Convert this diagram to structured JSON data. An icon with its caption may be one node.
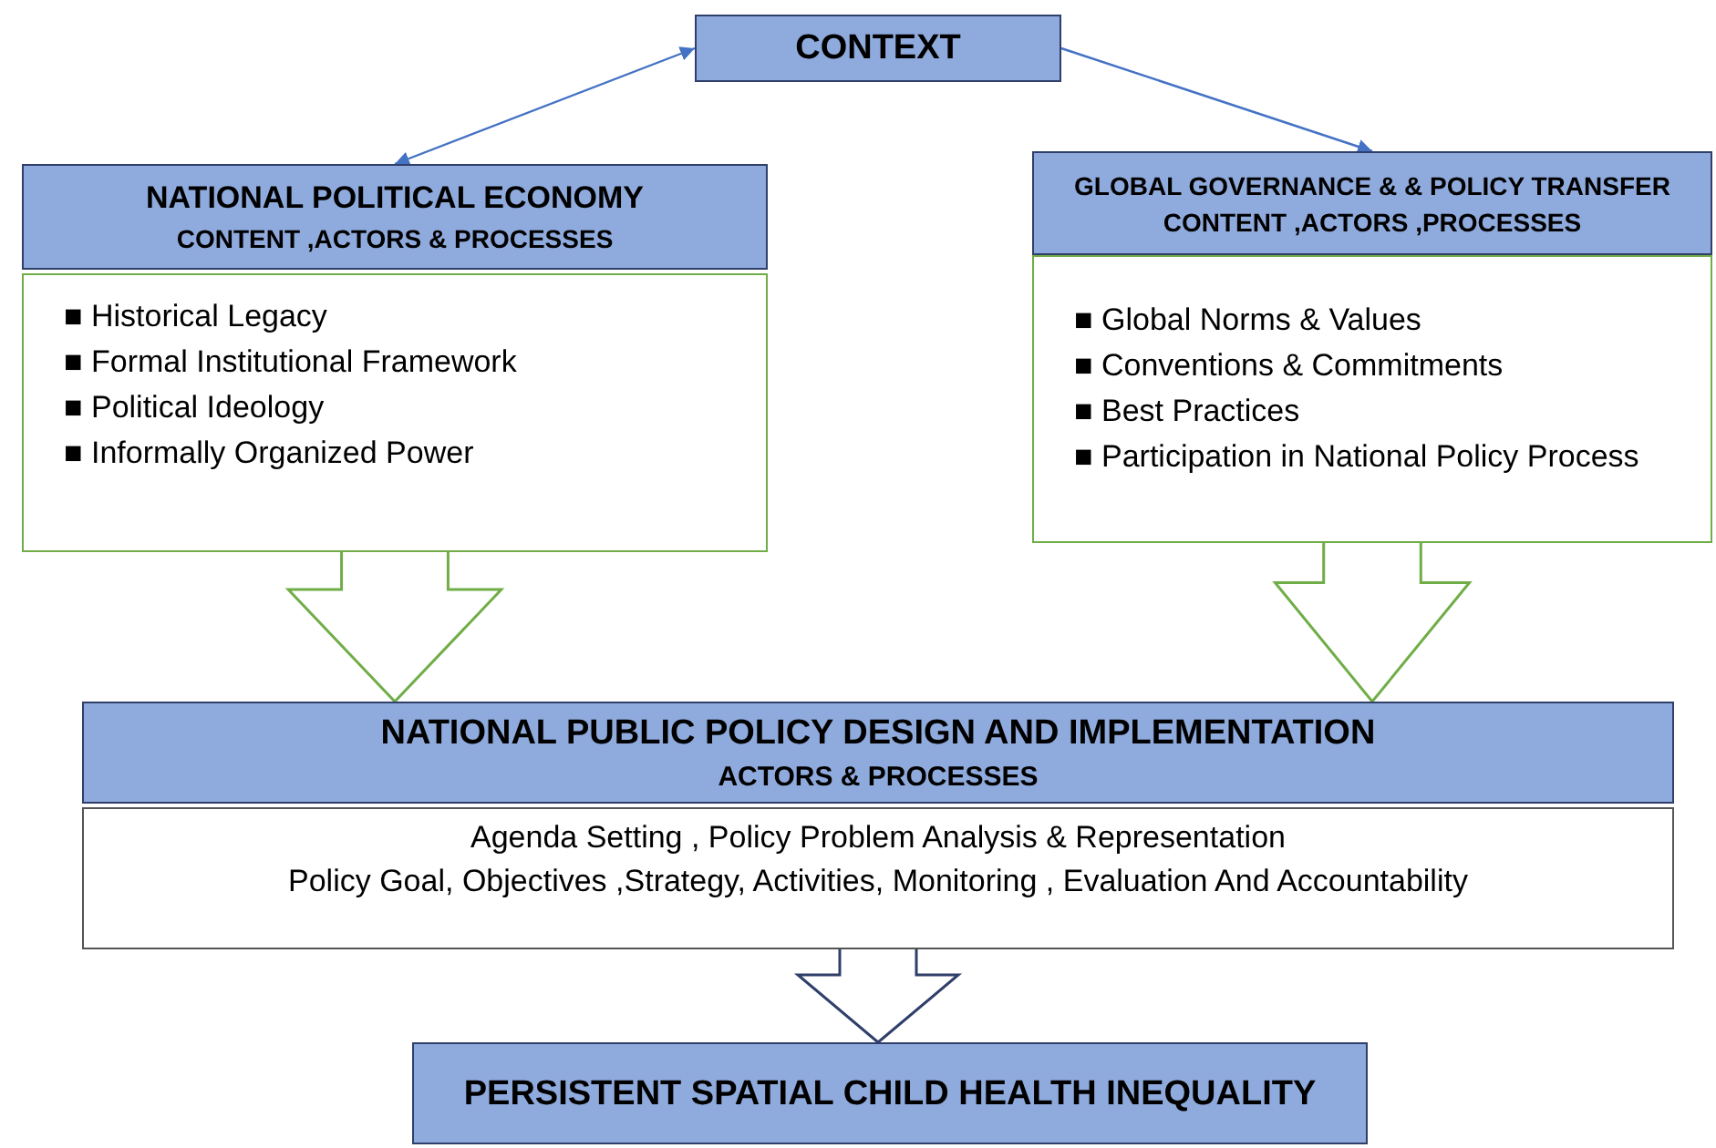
{
  "diagram": {
    "nodes": [
      {
        "text": [
          "CONTEXT"
        ]
      },
      {
        "text": [
          "NATIONAL POLITICAL ECONOMY",
          "CONTENT ,ACTORS & PROCESSES"
        ]
      },
      {
        "text": [
          "■ Historical Legacy",
          "■ Formal Institutional Framework",
          "■ Political Ideology",
          "■ Informally Organized Power"
        ]
      },
      {
        "text": [
          "GLOBAL GOVERNANCE & & POLICY TRANSFER",
          "CONTENT ,ACTORS ,PROCESSES"
        ]
      },
      {
        "text": [
          "■ Global Norms & Values",
          "■ Conventions & Commitments",
          "■ Best Practices",
          "■ Participation in National Policy Process"
        ]
      },
      {
        "text": [
          "NATIONAL PUBLIC POLICY DESIGN AND IMPLEMENTATION",
          "ACTORS & PROCESSES"
        ]
      },
      {
        "text": [
          "Agenda Setting , Policy Problem Analysis & Representation",
          "Policy Goal, Objectives ,Strategy, Activities, Monitoring , Evaluation And Accountability"
        ]
      },
      {
        "text": [
          "PERSISTENT SPATIAL CHILD HEALTH INEQUALITY"
        ]
      }
    ],
    "edges": [
      {
        "from": 0,
        "to": 1,
        "arrow": "both"
      },
      {
        "from": 0,
        "to": 3,
        "arrow": "to"
      },
      {
        "from": 2,
        "to": 5,
        "arrow": "to",
        "style": "thick",
        "color": "#70ad47"
      },
      {
        "from": 4,
        "to": 5,
        "arrow": "to",
        "style": "thick",
        "color": "#70ad47"
      },
      {
        "from": 6,
        "to": 7,
        "arrow": "to",
        "style": "thick",
        "color": "#2f3f6a"
      }
    ]
  }
}
